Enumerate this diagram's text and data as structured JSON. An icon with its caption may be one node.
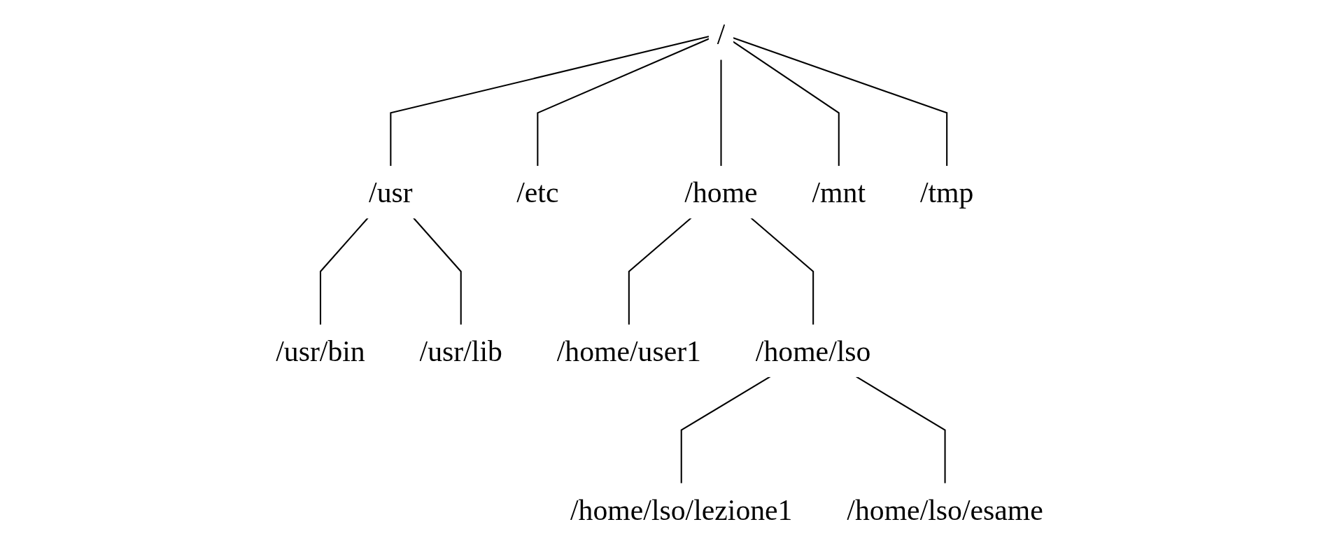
{
  "diagram": {
    "nodes": [
      {
        "text": [
          "/"
        ]
      },
      {
        "text": [
          "/usr"
        ]
      },
      {
        "text": [
          "/etc"
        ]
      },
      {
        "text": [
          "/home"
        ]
      },
      {
        "text": [
          "/mnt"
        ]
      },
      {
        "text": [
          "/tmp"
        ]
      },
      {
        "text": [
          "/usr/bin"
        ]
      },
      {
        "text": [
          "/usr/lib"
        ]
      },
      {
        "text": [
          "/home/user1"
        ]
      },
      {
        "text": [
          "/home/lso"
        ]
      },
      {
        "text": [
          "/home/lso/lezione1"
        ]
      },
      {
        "text": [
          "/home/lso/esame"
        ]
      }
    ],
    "edges": [
      {
        "from": 0,
        "to": 1,
        "arrow": "none"
      },
      {
        "from": 0,
        "to": 2,
        "arrow": "none"
      },
      {
        "from": 0,
        "to": 3,
        "arrow": "none"
      },
      {
        "from": 0,
        "to": 4,
        "arrow": "none"
      },
      {
        "from": 0,
        "to": 5,
        "arrow": "none"
      },
      {
        "from": 1,
        "to": 6,
        "arrow": "none"
      },
      {
        "from": 1,
        "to": 7,
        "arrow": "none"
      },
      {
        "from": 3,
        "to": 8,
        "arrow": "none"
      },
      {
        "from": 3,
        "to": 9,
        "arrow": "none"
      },
      {
        "from": 9,
        "to": 10,
        "arrow": "none"
      },
      {
        "from": 9,
        "to": 11,
        "arrow": "none"
      }
    ]
  }
}
